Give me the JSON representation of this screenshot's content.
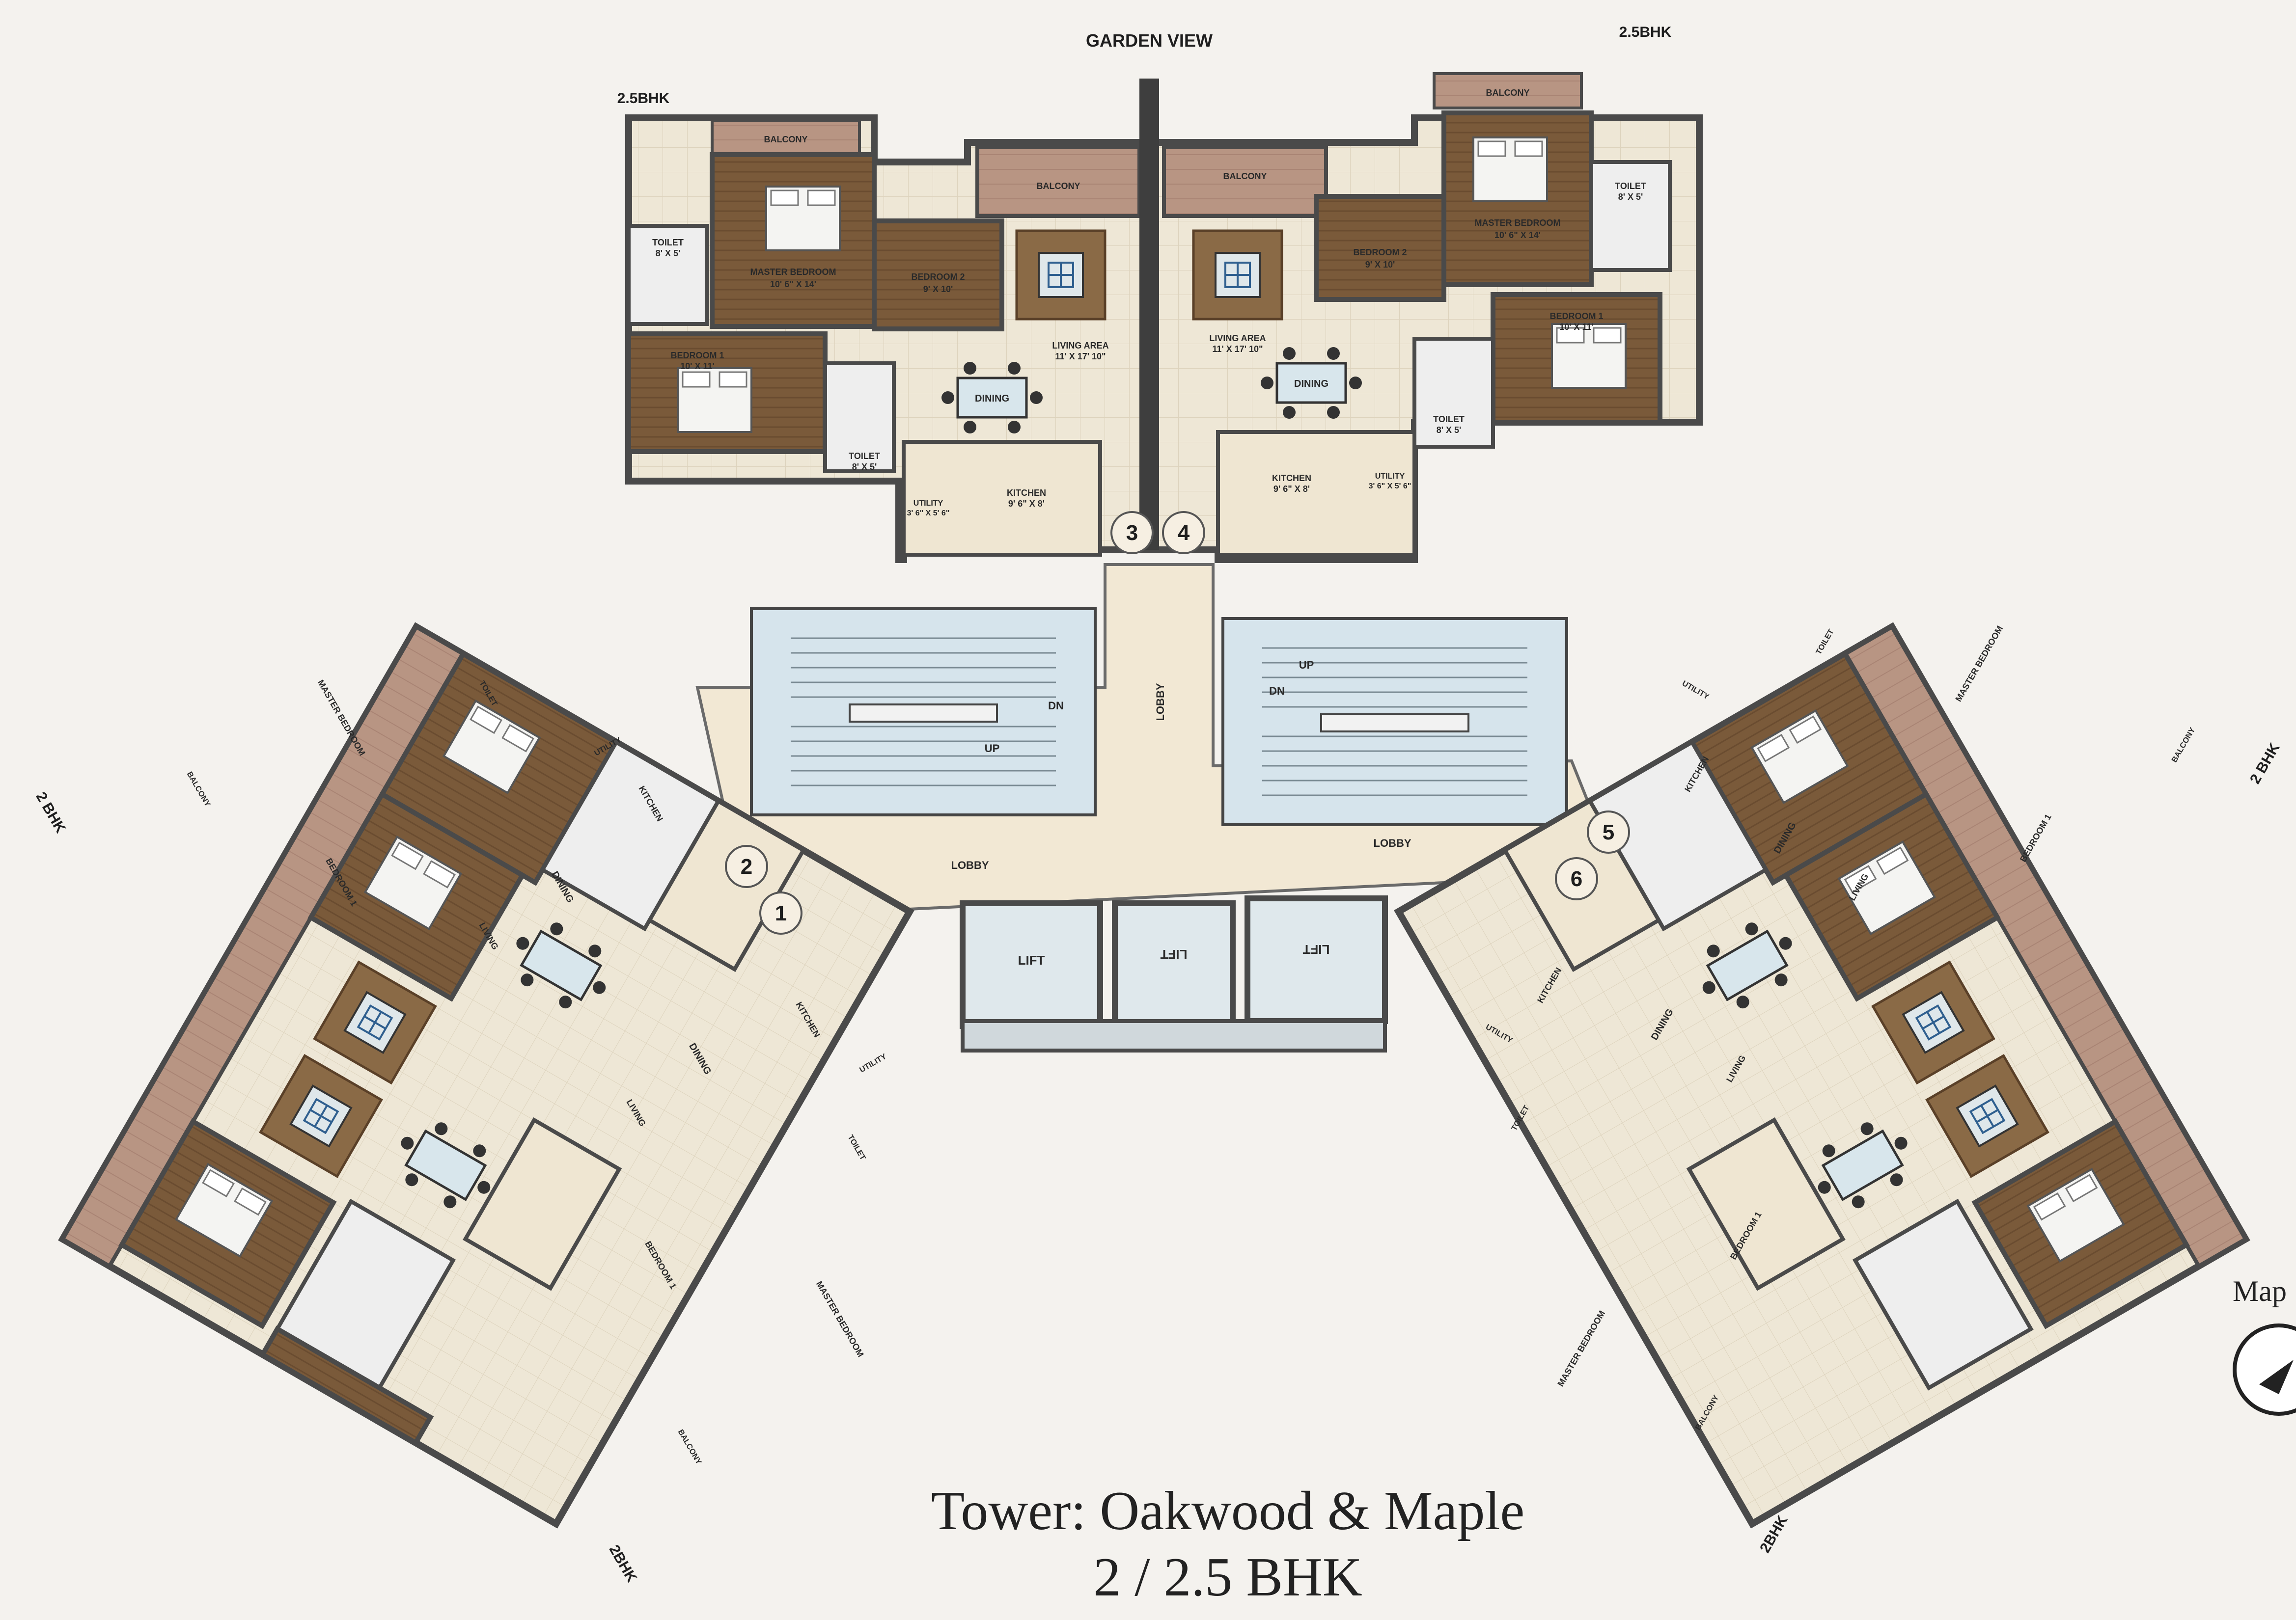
{
  "top_label": "GARDEN VIEW",
  "unit_labels": {
    "top_left": "2.5BHK",
    "top_right": "2.5BHK",
    "left": "2 BHK",
    "right": "2 BHK",
    "bottom_left": "2BHK",
    "bottom_right": "2BHK"
  },
  "flat_numbers": [
    "1",
    "2",
    "3",
    "4",
    "5",
    "6"
  ],
  "rooms": {
    "balcony": "BALCONY",
    "master_bedroom": "MASTER BEDROOM",
    "master_bedroom_size": "10' 6\" X 14'",
    "bedroom_1": "BEDROOM 1",
    "bedroom_1_size": "10' X 11'",
    "bedroom_2": "BEDROOM 2",
    "bedroom_2_size": "9' X 10'",
    "toilet": "TOILET",
    "toilet_size": "8' X 5'",
    "living_area": "LIVING AREA",
    "living_area_size": "11' X 17' 10\"",
    "living": "LIVING",
    "dining": "DINING",
    "kitchen": "KITCHEN",
    "kitchen_size": "9' 6\" X 8'",
    "utility": "UTILITY",
    "utility_size": "3' 6\" X 5' 6\"",
    "lobby": "LOBBY",
    "lift": "LIFT",
    "up": "UP",
    "dn": "DN"
  },
  "compass_label": "Map",
  "title_line1": "Tower: Oakwood & Maple",
  "title_line2": "2 / 2.5 BHK",
  "colors": {
    "paper": "#f4f2ee",
    "wall": "#4a4a4a",
    "bedroom_floor": "#7a5a3a",
    "balcony_floor": "#b89583",
    "living_floor": "#efe8d8",
    "lobby_floor": "#f2e8d4",
    "stair_floor": "#d6e4ec",
    "lift_floor": "#dfe8ec"
  }
}
